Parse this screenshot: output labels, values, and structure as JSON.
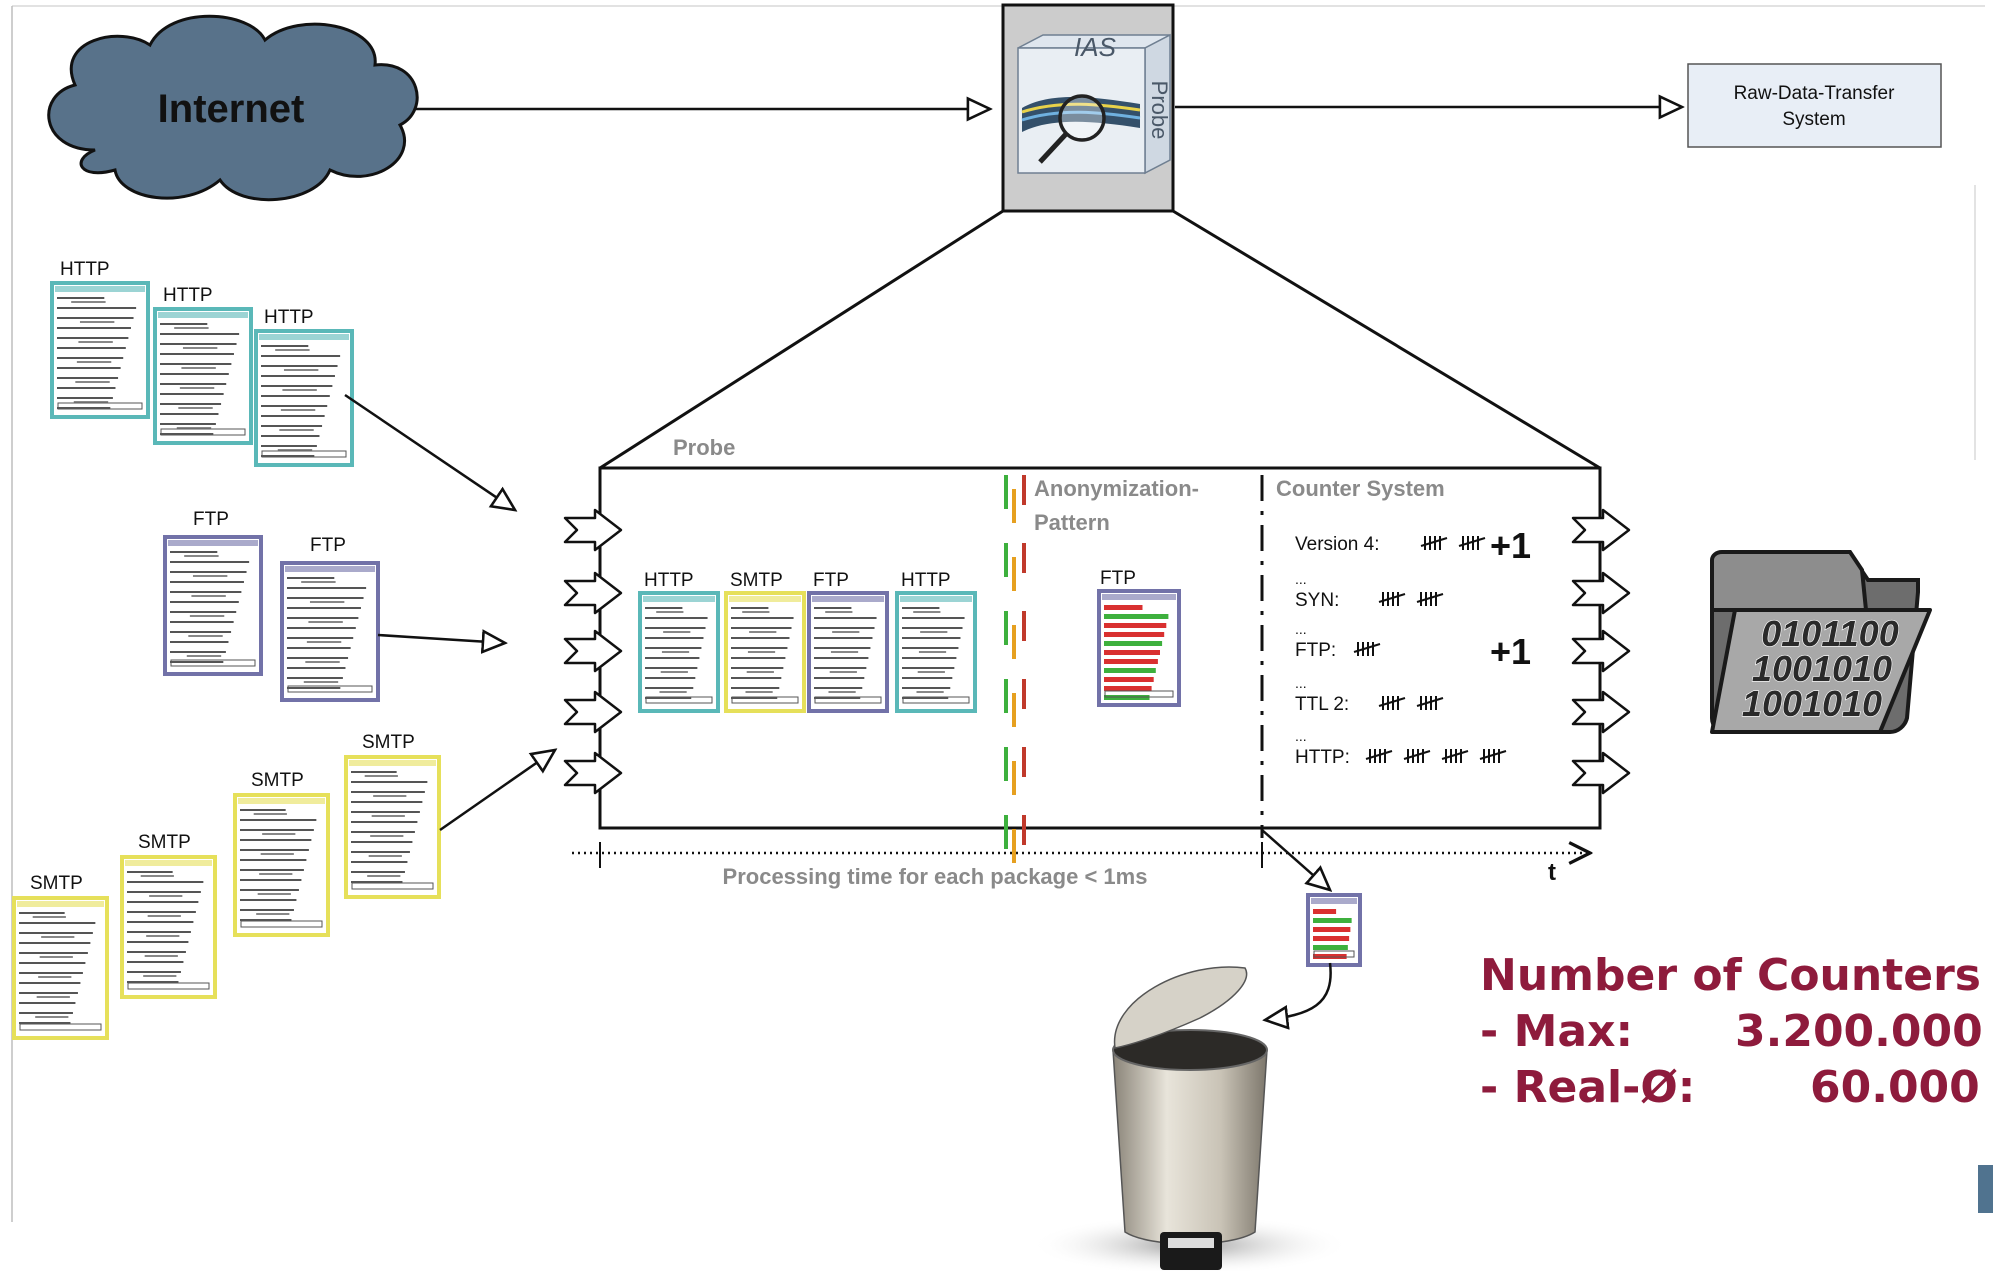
{
  "internet": {
    "label": "Internet"
  },
  "ias_probe": {
    "top_label": "IAS",
    "side_label": "Probe"
  },
  "raw_data": {
    "line1": "Raw-Data-Transfer",
    "line2": "System"
  },
  "probe_box": {
    "label": "Probe"
  },
  "incoming_groups": {
    "http": [
      "HTTP",
      "HTTP",
      "HTTP"
    ],
    "ftp": [
      "FTP",
      "FTP"
    ],
    "smtp": [
      "SMTP",
      "SMTP",
      "SMTP",
      "SMTP"
    ]
  },
  "queue": [
    "HTTP",
    "SMTP",
    "FTP",
    "HTTP"
  ],
  "anonymization": {
    "line1": "Anonymization-",
    "line2": "Pattern",
    "packet": "FTP"
  },
  "counter_system": {
    "title": "Counter System",
    "rows": [
      {
        "label": "Version 4:",
        "tallies": 2,
        "plus": "+1"
      },
      {
        "label": "SYN:",
        "tallies": 2
      },
      {
        "label": "FTP:",
        "tallies": 1,
        "plus": "+1"
      },
      {
        "label": "TTL 2:",
        "tallies": 2
      },
      {
        "label": "HTTP:",
        "tallies": 4
      }
    ],
    "ellipsis": "..."
  },
  "timeline": {
    "label": "Processing time for each package < 1ms",
    "axis": "t"
  },
  "storage": {
    "lines": [
      "0101100",
      "1001010",
      "1001010"
    ]
  },
  "stats": {
    "title": "Number of Counters",
    "rows": [
      {
        "label": "Max:",
        "value": "3.200.000"
      },
      {
        "label": "Real-Ø:",
        "value": "60.000"
      }
    ]
  },
  "colors": {
    "http_frame": "#5ab8b8",
    "ftp_frame": "#7272a8",
    "smtp_frame": "#e6e05a",
    "stats_text": "#8e1b3c",
    "cloud_fill": "#58728a"
  }
}
